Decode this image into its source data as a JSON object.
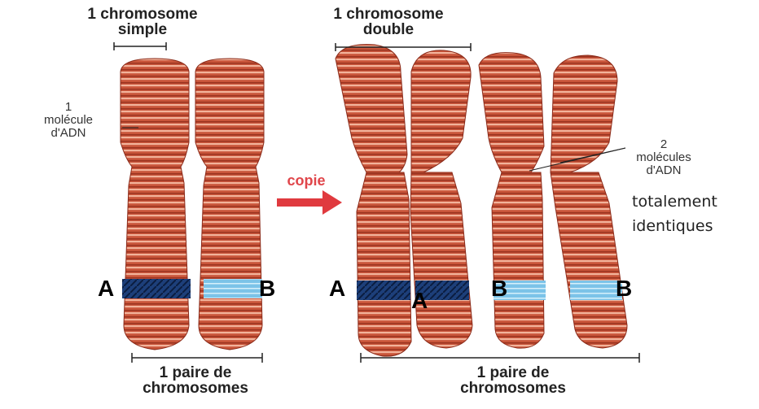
{
  "labels": {
    "simple_line1": "1 chromosome",
    "simple_line2": "simple",
    "double_line1": "1 chromosome",
    "double_line2": "double",
    "molecule_1": "1",
    "molecule_2": "molécule",
    "molecule_3": "d'ADN",
    "copy": "copie",
    "two_molecules_1": "2",
    "two_molecules_2": "molécules",
    "two_molecules_3": "d'ADN",
    "identical_1": "totalement",
    "identical_2": "identiques",
    "pair_left_1": "1 paire de",
    "pair_left_2": "chromosomes",
    "pair_right_1": "1 paire de",
    "pair_right_2": "chromosomes",
    "letter_a1": "A",
    "letter_b1": "B",
    "letter_a2": "A",
    "letter_a3": "A",
    "letter_b2": "B",
    "letter_b3": "B"
  },
  "colors": {
    "chromosome": "#c9553a",
    "chromosome_dark": "#7a2416",
    "chromosome_light": "#f3b8a2",
    "band_dark": "#1d3f7a",
    "band_light": "#7cc3e8",
    "arrow": "#e03a3f"
  }
}
